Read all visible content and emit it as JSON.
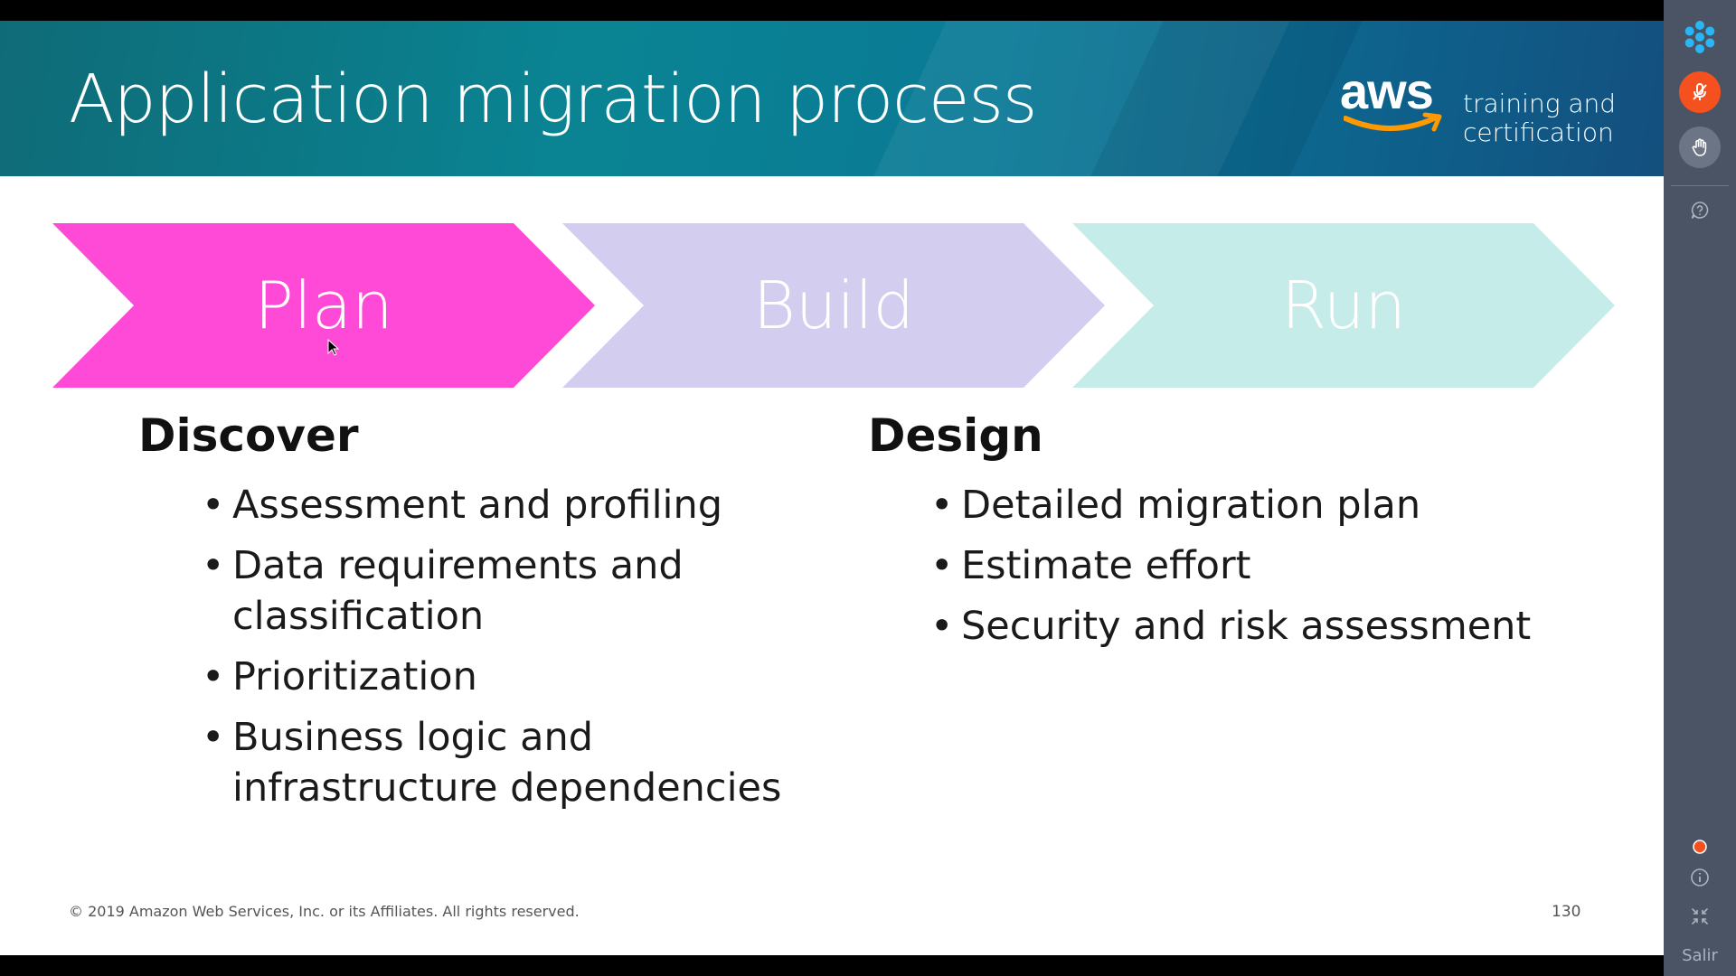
{
  "slide": {
    "title": "Application migration process",
    "brand": {
      "wordmark": "aws",
      "tagline_line1": "training and",
      "tagline_line2": "certification"
    },
    "phases": [
      {
        "label": "Plan",
        "color": "#ff4ad8",
        "active": true
      },
      {
        "label": "Build",
        "color": "#d3cdef",
        "active": false
      },
      {
        "label": "Run",
        "color": "#c6ece9",
        "active": false
      }
    ],
    "sections": {
      "discover": {
        "heading": "Discover",
        "items": [
          "Assessment and profiling",
          "Data requirements and classification",
          "Prioritization",
          "Business logic and infrastructure dependencies"
        ]
      },
      "design": {
        "heading": "Design",
        "items": [
          "Detailed migration plan",
          "Estimate effort",
          "Security and risk assessment"
        ]
      }
    },
    "bullet_glyph": "•",
    "copyright": "© 2019 Amazon Web Services, Inc. or its Affiliates. All rights reserved.",
    "page_number": "130"
  },
  "sidebar": {
    "icons": [
      {
        "name": "app-logo-icon",
        "color": "#29b6f6"
      },
      {
        "name": "microphone-muted-icon",
        "color": "#f4511e"
      },
      {
        "name": "raise-hand-icon",
        "color": "#6b7585"
      },
      {
        "name": "help-icon",
        "color": "#aab3c0"
      },
      {
        "name": "recording-indicator-icon",
        "color": "#f4511e"
      },
      {
        "name": "info-icon",
        "color": "#aab3c0"
      },
      {
        "name": "collapse-icon",
        "color": "#aab3c0"
      }
    ],
    "exit_label": "Salir"
  },
  "colors": {
    "header_gradient_start": "#0f6b77",
    "header_gradient_end": "#144f7e",
    "aws_smile": "#ff9900",
    "sidebar_bg": "#4a5464"
  }
}
